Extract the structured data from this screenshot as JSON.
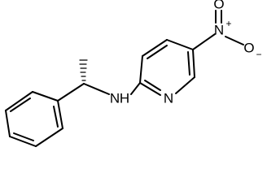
{
  "molecule": {
    "atoms": {
      "nitro_o_top": "O",
      "nitro_n": "N",
      "nitro_n_charge": "+",
      "nitro_o_right": "O",
      "nitro_o_right_charge": "−",
      "amine_n": "N",
      "amine_h": "H",
      "ring_n": "N"
    },
    "stereo_bond": "hashed-wedge"
  }
}
